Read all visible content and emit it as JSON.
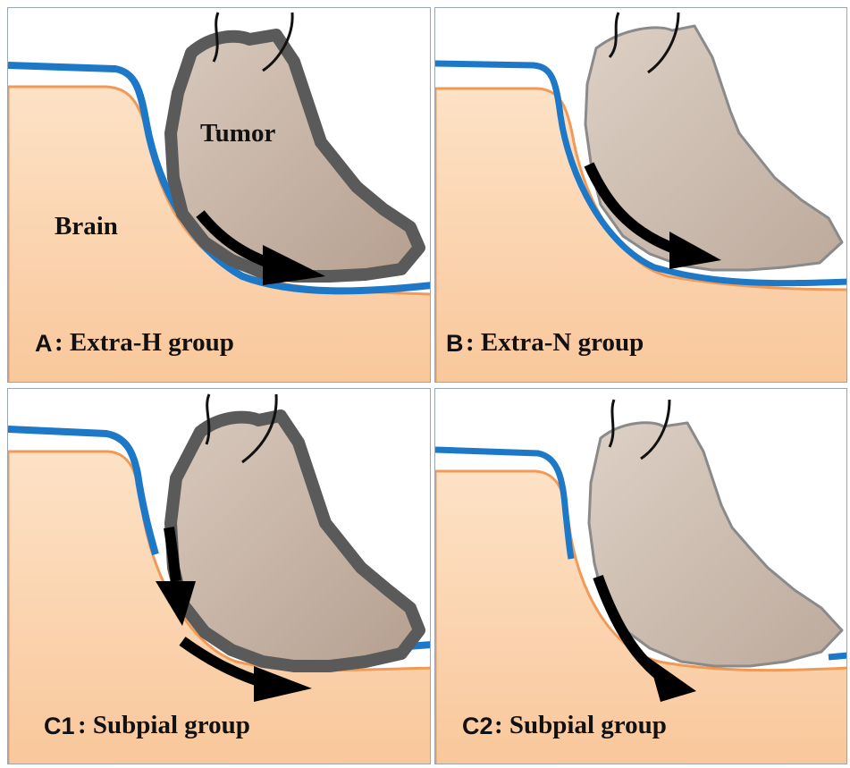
{
  "labels": {
    "tumor": "Tumor",
    "brain": "Brain"
  },
  "panels": [
    {
      "id": "A",
      "letter": "A",
      "text": ": Extra-H group"
    },
    {
      "id": "B",
      "letter": "B",
      "text": ": Extra-N group"
    },
    {
      "id": "C1",
      "letter": "C1",
      "text": ": Subpial group"
    },
    {
      "id": "C2",
      "letter": "C2",
      "text": " : Subpial group"
    }
  ],
  "colors": {
    "brain_fill": "#fbd4b0",
    "brain_edge": "#f29a55",
    "pia_blue": "#1e78c8",
    "tumor_fill": "#c9b5a6",
    "tumor_thick_outline": "#5a5a5a",
    "tumor_thin_outline": "#8a8a8a",
    "arrow": "#000000"
  }
}
